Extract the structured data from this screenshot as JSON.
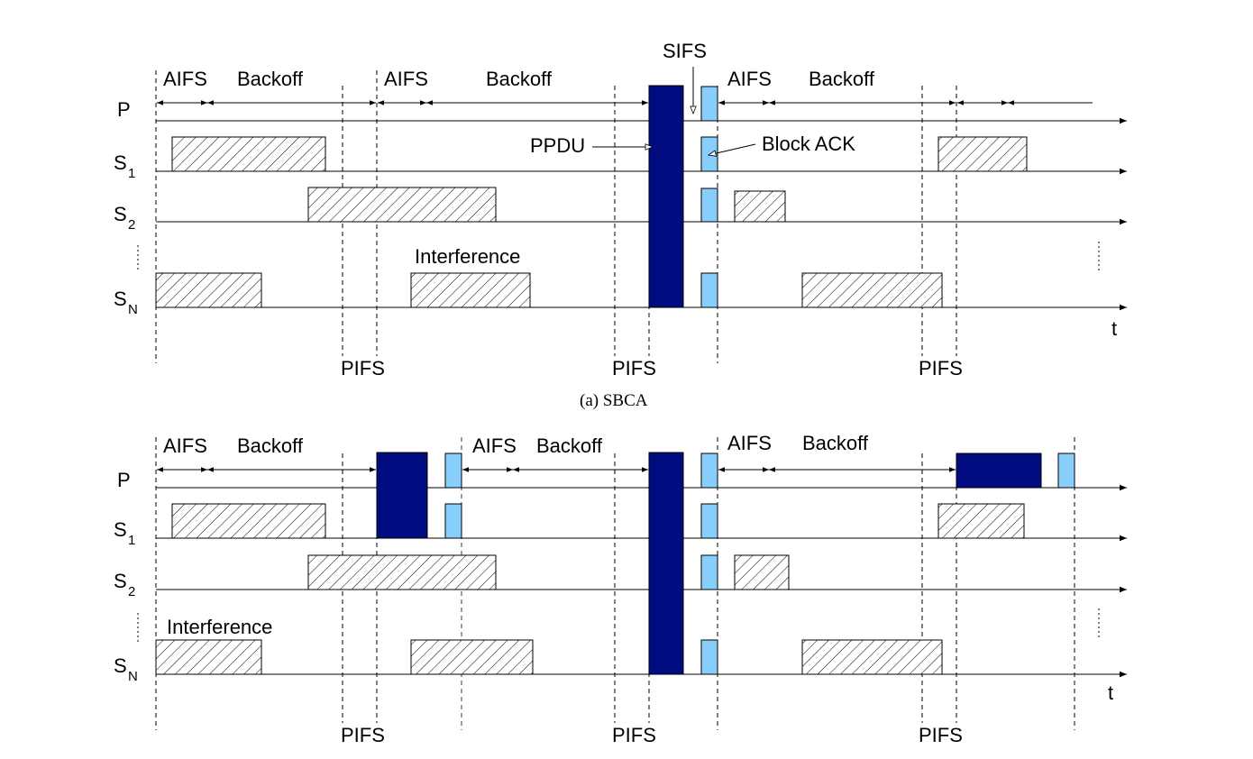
{
  "colors": {
    "ppdu": "#000c80",
    "ack": "#87cefa",
    "line": "#000000"
  },
  "rows": [
    {
      "name": "P",
      "sub": ""
    },
    {
      "name": "S",
      "sub": "1"
    },
    {
      "name": "S",
      "sub": "2"
    },
    {
      "name": "S",
      "sub": "N"
    }
  ],
  "axis_label": "t",
  "panels": [
    {
      "caption": "(a)  SBCA",
      "top_labels": [
        {
          "text": "AIFS",
          "key": "aifs1"
        },
        {
          "text": "Backoff",
          "key": "backoff1"
        },
        {
          "text": "AIFS",
          "key": "aifs2"
        },
        {
          "text": "Backoff",
          "key": "backoff2"
        },
        {
          "text": "SIFS",
          "key": "sifs"
        },
        {
          "text": "AIFS",
          "key": "aifs3"
        },
        {
          "text": "Backoff",
          "key": "backoff3"
        }
      ],
      "pifs_labels": [
        "PIFS",
        "PIFS",
        "PIFS"
      ],
      "annotations": {
        "ppdu": "PPDU",
        "block_ack": "Block ACK",
        "interference": "Interference"
      }
    },
    {
      "caption": "",
      "top_labels": [
        {
          "text": "AIFS",
          "key": "aifs1"
        },
        {
          "text": "Backoff",
          "key": "backoff1"
        },
        {
          "text": "AIFS",
          "key": "aifs2"
        },
        {
          "text": "Backoff",
          "key": "backoff2"
        },
        {
          "text": "AIFS",
          "key": "aifs3"
        },
        {
          "text": "Backoff",
          "key": "backoff3"
        }
      ],
      "pifs_labels": [
        "PIFS",
        "PIFS",
        "PIFS"
      ],
      "annotations": {
        "ppdu": "",
        "block_ack": "",
        "interference": "Interference"
      }
    }
  ]
}
